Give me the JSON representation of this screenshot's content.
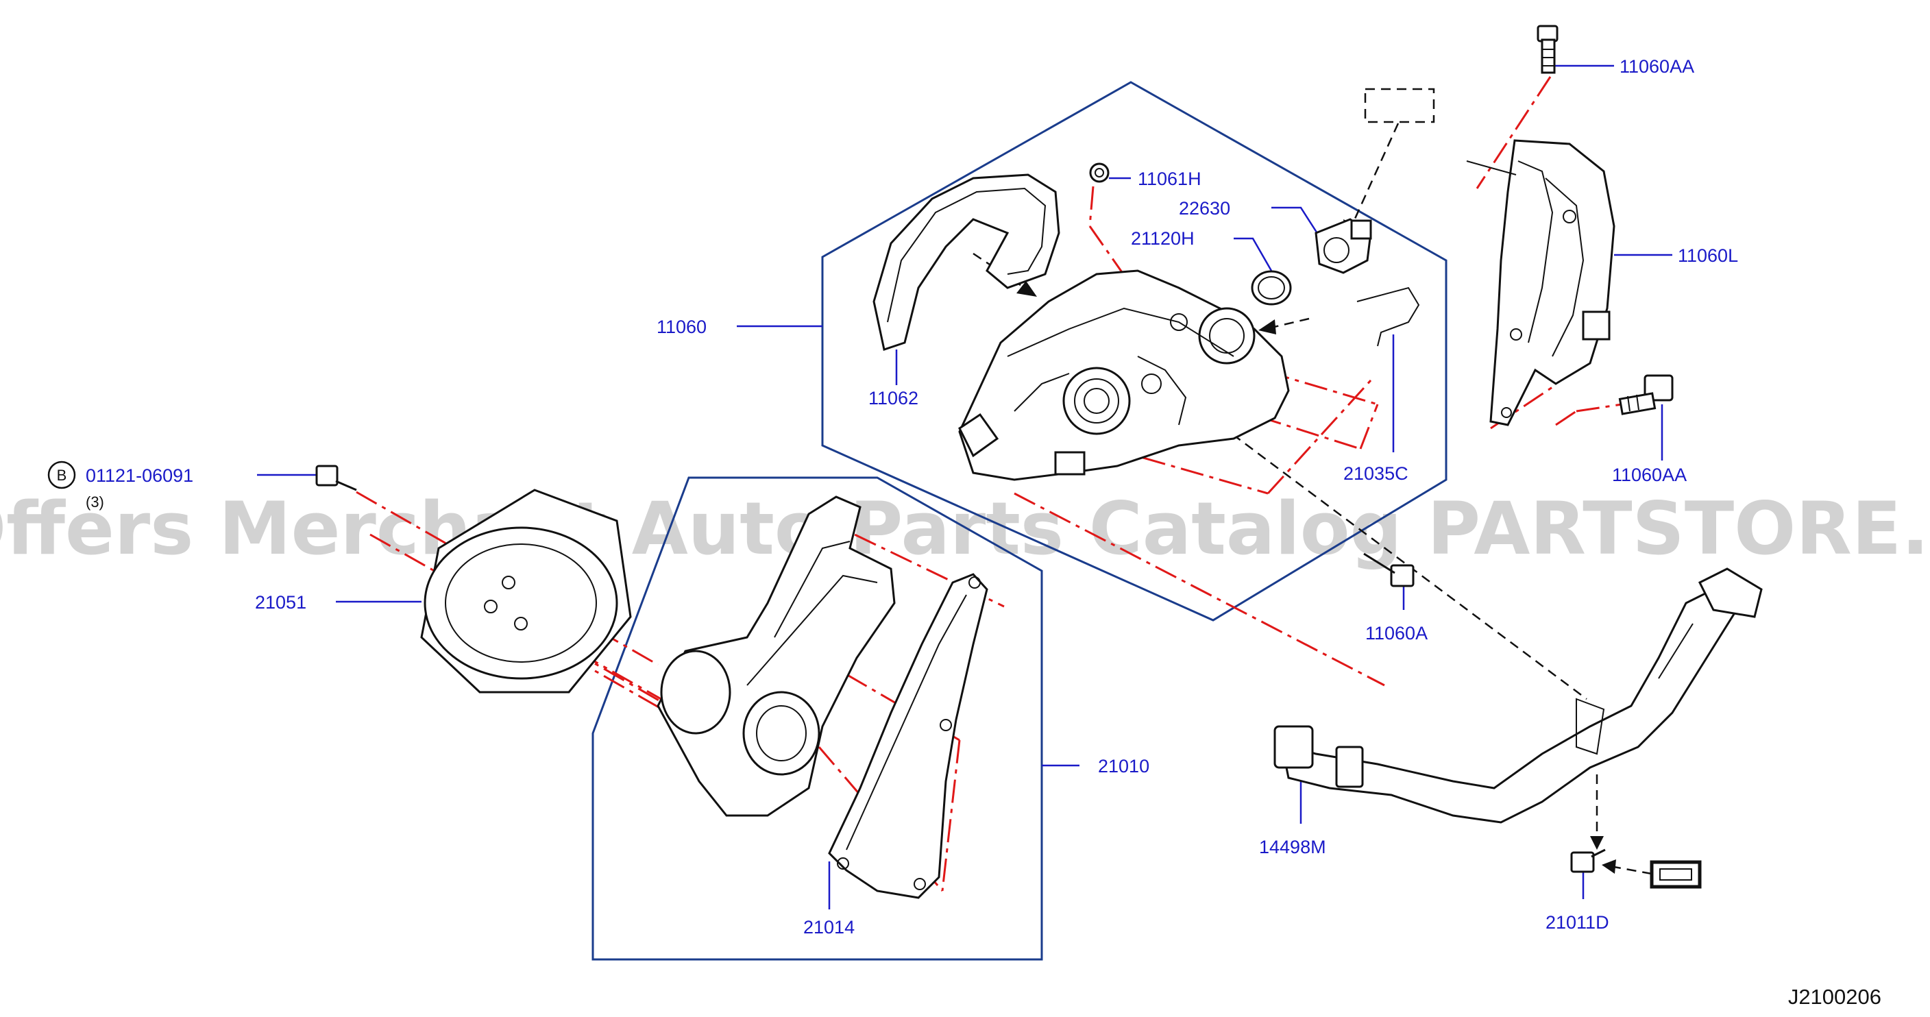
{
  "watermark": "Offers Merchant Auto Parts Catalog PARTSTORE.SA",
  "diagram_code": "J2100206",
  "callout_symbol": "B",
  "callout_qty": "(3)",
  "labels": {
    "p11060AA_top": "11060AA",
    "p11060L": "11060L",
    "p11060AA_right": "11060AA",
    "p11061H": "11061H",
    "p22630": "22630",
    "p21120H": "21120H",
    "p11060": "11060",
    "p11062": "11062",
    "p21035C": "21035C",
    "p01121": "01121-06091",
    "p21051": "21051",
    "p11060A": "11060A",
    "p21010": "21010",
    "p14498M": "14498M",
    "p21011D": "21011D",
    "p21014": "21014"
  }
}
